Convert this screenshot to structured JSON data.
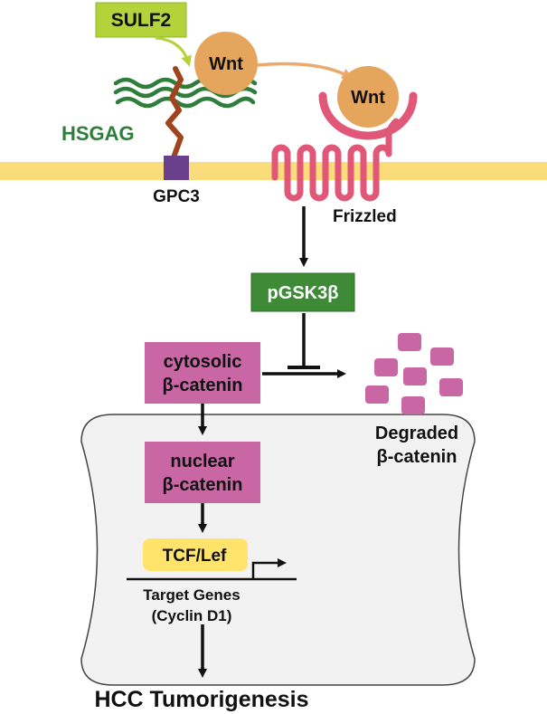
{
  "colors": {
    "membrane": "#fbdc7a",
    "wnt": "#e6a55c",
    "wnt_arrow": "#e9aa6a",
    "sulf2_fill": "#b4d33a",
    "sulf2_stroke": "#8fb32a",
    "hsgag": "#2f7d3a",
    "gpc3_stem": "#a0431f",
    "gpc3_anchor": "#6a3f8c",
    "frizzled": "#e05777",
    "gsk_fill": "#3e8a36",
    "gsk_text": "#ffffff",
    "catenin_box": "#c967a4",
    "degraded": "#c967a4",
    "tcf_fill": "#ffe36b",
    "nucleus_fill": "#f2f2f2",
    "nucleus_stroke": "#444444",
    "arrow": "#111111",
    "text": "#111111"
  },
  "labels": {
    "sulf2": "SULF2",
    "wnt_bound": "Wnt",
    "wnt_receptor": "Wnt",
    "hsgag": "HSGAG",
    "gpc3": "GPC3",
    "frizzled": "Frizzled",
    "pgsk3b": "pGSK3β",
    "cytosolic_line1": "cytosolic",
    "cytosolic_line2": "β-catenin",
    "degraded_line1": "Degraded",
    "degraded_line2": "β-catenin",
    "nuclear_line1": "nuclear",
    "nuclear_line2": "β-catenin",
    "tcf_lef": "TCF/Lef",
    "target_genes_line1": "Target Genes",
    "target_genes_line2": "(Cyclin D1)",
    "outcome": "HCC Tumorigenesis"
  }
}
